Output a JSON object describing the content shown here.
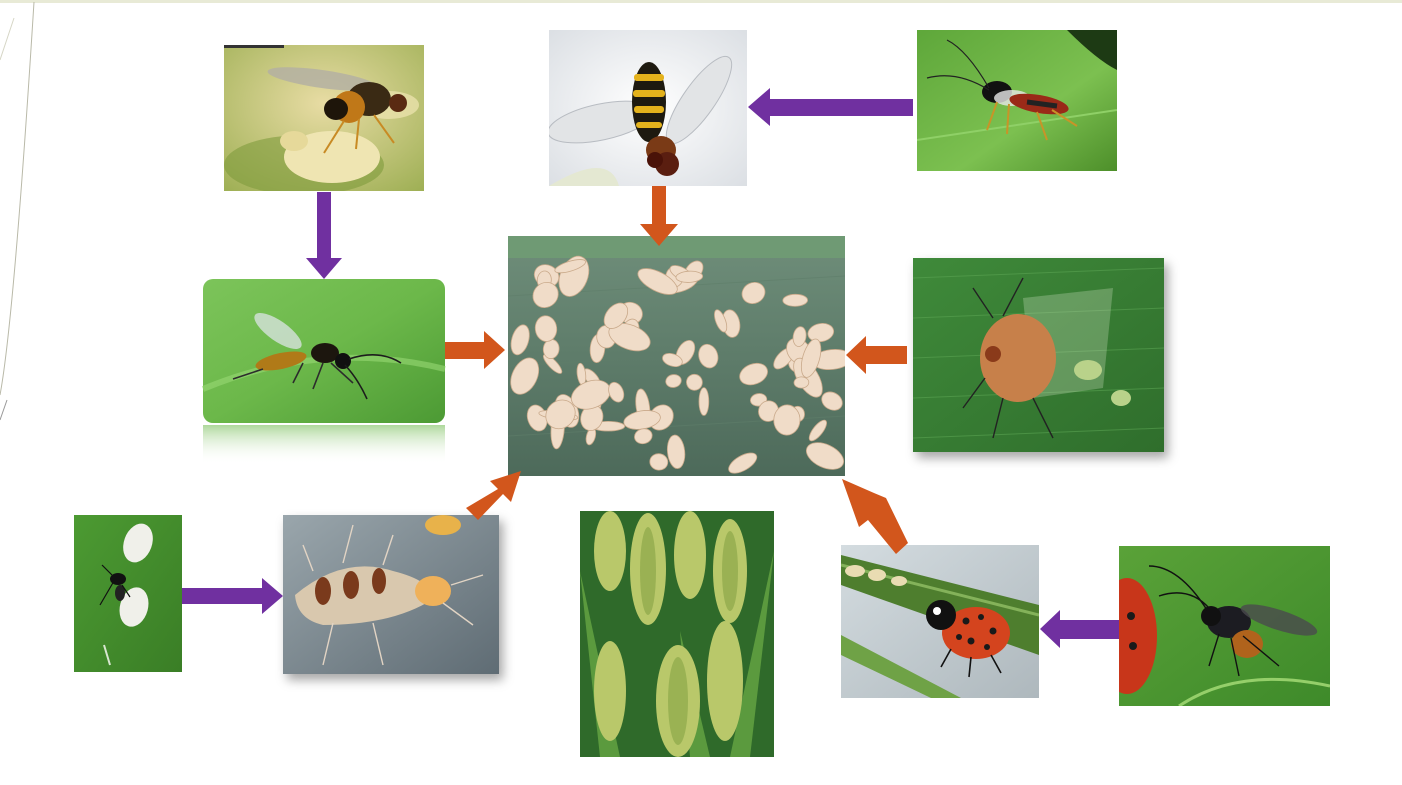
{
  "diagram": {
    "nodes": [
      {
        "id": "parasitoid-wasp-on-aphid",
        "icon": "wasp-on-aphid-photo"
      },
      {
        "id": "hoverfly",
        "icon": "hoverfly-on-flower-photo"
      },
      {
        "id": "ichneumon-wasp",
        "icon": "ichneumon-wasp-on-leaf-photo"
      },
      {
        "id": "braconid-wasp",
        "icon": "braconid-wasp-on-leaf-photo"
      },
      {
        "id": "aphid-colony",
        "icon": "aphid-colony-photo"
      },
      {
        "id": "winged-aphid",
        "icon": "winged-aphid-photo"
      },
      {
        "id": "wasp-with-eggs",
        "icon": "wasp-laying-eggs-photo"
      },
      {
        "id": "lacewing-larva",
        "icon": "lacewing-larva-photo"
      },
      {
        "id": "sorghum-plant",
        "icon": "sorghum-seedhead-photo"
      },
      {
        "id": "ladybird-beetle",
        "icon": "ladybird-on-stem-photo"
      },
      {
        "id": "wasp-attacking-ladybird",
        "icon": "wasp-on-ladybird-photo"
      }
    ],
    "edges": [
      {
        "from": "parasitoid-wasp-on-aphid",
        "to": "braconid-wasp",
        "relation": "hyperparasitoid"
      },
      {
        "from": "ichneumon-wasp",
        "to": "hoverfly",
        "relation": "hyperparasitoid"
      },
      {
        "from": "hoverfly",
        "to": "aphid-colony",
        "relation": "natural-enemy"
      },
      {
        "from": "braconid-wasp",
        "to": "aphid-colony",
        "relation": "natural-enemy"
      },
      {
        "from": "winged-aphid",
        "to": "aphid-colony",
        "relation": "natural-enemy"
      },
      {
        "from": "lacewing-larva",
        "to": "aphid-colony",
        "relation": "natural-enemy"
      },
      {
        "from": "ladybird-beetle",
        "to": "aphid-colony",
        "relation": "natural-enemy"
      },
      {
        "from": "wasp-with-eggs",
        "to": "lacewing-larva",
        "relation": "hyperparasitoid"
      },
      {
        "from": "wasp-attacking-ladybird",
        "to": "ladybird-beetle",
        "relation": "hyperparasitoid"
      }
    ],
    "colors": {
      "hyperparasitoid_arrow": "#7030a0",
      "natural_enemy_arrow": "#d2561c",
      "background": "#ffffff"
    }
  }
}
